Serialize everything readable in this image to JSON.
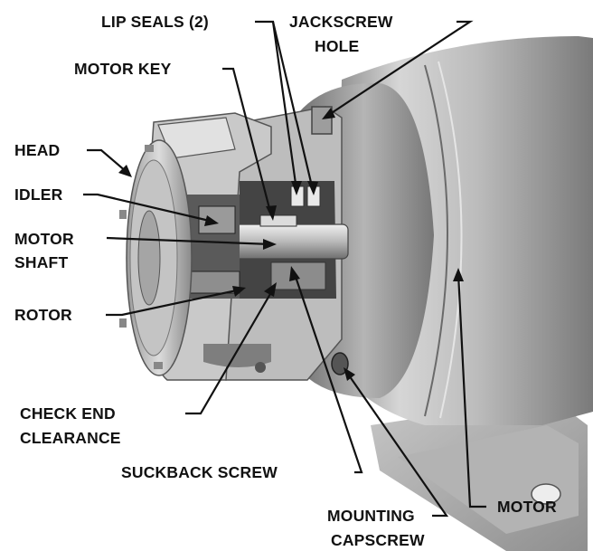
{
  "labels": {
    "lip_seals": "LIP SEALS (2)",
    "jackscrew_line1": "JACKSCREW",
    "jackscrew_line2": "HOLE",
    "motor_key": "MOTOR KEY",
    "head": "HEAD",
    "idler": "IDLER",
    "motor_shaft_line1": "MOTOR",
    "motor_shaft_line2": "SHAFT",
    "rotor": "ROTOR",
    "check_end_line1": "CHECK END",
    "check_end_line2": "CLEARANCE",
    "suckback_screw": "SUCKBACK SCREW",
    "mounting_line1": "MOUNTING",
    "mounting_line2": "CAPSCREW",
    "motor": "MOTOR"
  },
  "colors": {
    "text": "#111111",
    "background": "#ffffff",
    "metal_light": "#d4d4d4",
    "metal_mid": "#a8a8a8",
    "metal_dark": "#6e6e6e"
  }
}
